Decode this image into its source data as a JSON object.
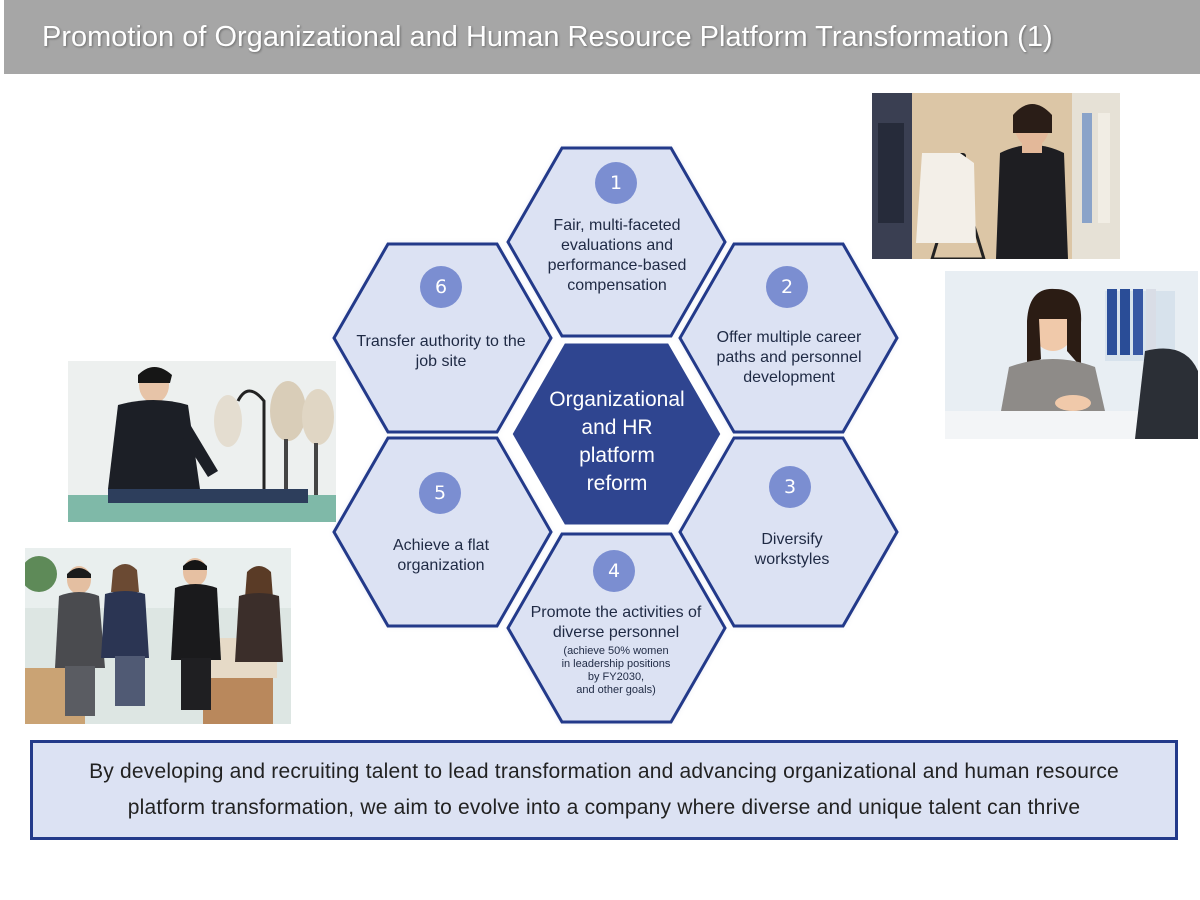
{
  "page": {
    "title": "Promotion of Organizational and Human Resource Platform Transformation (1)"
  },
  "diagram": {
    "center": {
      "label_lines": [
        "Organizational",
        "and HR",
        "platform",
        "reform"
      ]
    },
    "hexagons": [
      {
        "number": "1",
        "label": "Fair, multi-faceted evaluations and performance-based compensation"
      },
      {
        "number": "2",
        "label": "Offer multiple career paths and personnel development"
      },
      {
        "number": "3",
        "label": "Diversify workstyles"
      },
      {
        "number": "4",
        "label": "Promote the activities of diverse personnel",
        "sub_lines": [
          "(achieve 50% women",
          "in leadership positions",
          "by FY2030,",
          "and other goals)"
        ]
      },
      {
        "number": "5",
        "label": "Achieve a flat organization"
      },
      {
        "number": "6",
        "label": "Transfer authority to the job site"
      }
    ]
  },
  "footer": {
    "line1": "By developing and recruiting talent to lead transformation and advancing organizational and human resource",
    "line2": "platform transformation, we aim to evolve into a company where diverse and unique talent can thrive"
  },
  "colors": {
    "title_bar": "#a6a6a6",
    "hex_fill": "#dce2f3",
    "hex_border": "#233a8a",
    "center_fill": "#2f4590",
    "badge": "#7b8ed1"
  },
  "photos": [
    "photo-livestream-fitting",
    "photo-woman-at-desk",
    "photo-man-at-cutting-table",
    "photo-group-seated"
  ]
}
